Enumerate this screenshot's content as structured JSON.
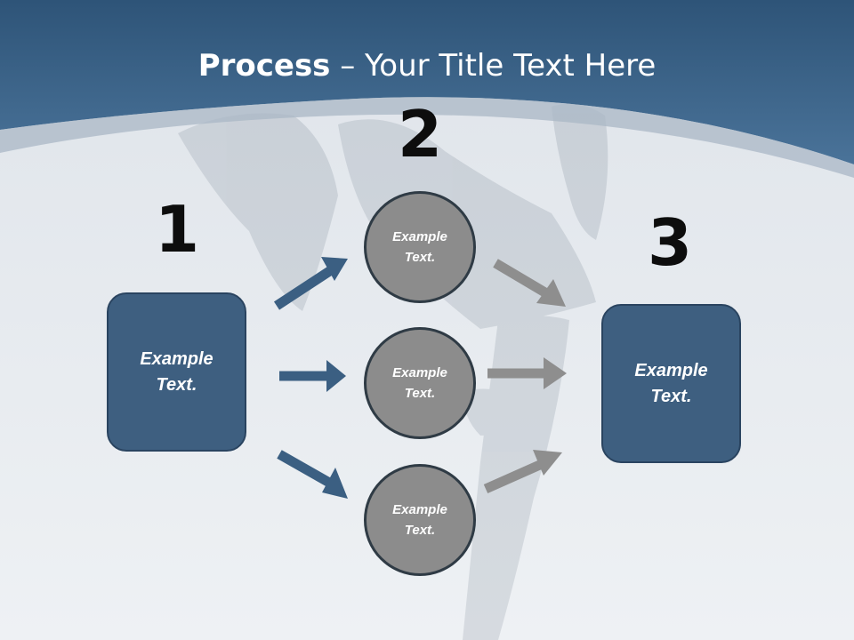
{
  "title": {
    "bold": "Process",
    "rest": " – Your Title Text Here"
  },
  "steps": {
    "step1": {
      "number": "1",
      "box_text": "Example Text."
    },
    "step2": {
      "number": "2",
      "circles": [
        "Example Text.",
        "Example Text.",
        "Example Text."
      ]
    },
    "step3": {
      "number": "3",
      "box_text": "Example Text."
    }
  },
  "colors": {
    "header_band": "#3d6690",
    "box_fill": "#3e5f80",
    "left_arrows": "#3b5f82",
    "right_arrows": "#8e8e8e",
    "circle_fill": "#8c8c8c"
  }
}
